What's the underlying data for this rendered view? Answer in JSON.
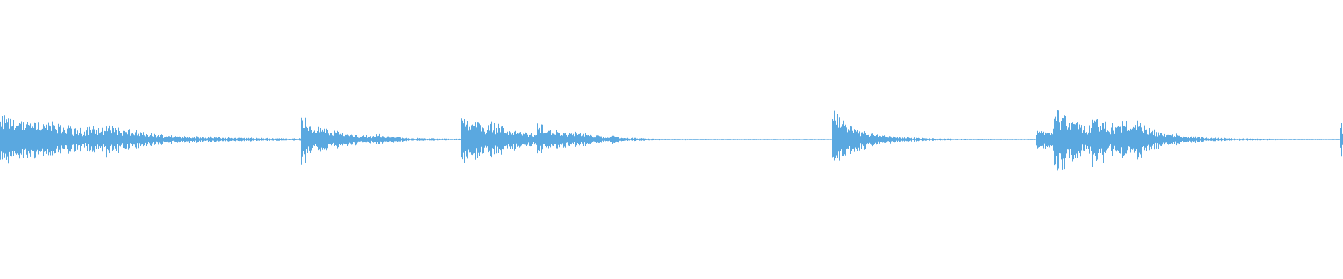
{
  "waveform": {
    "color": "#5aa8e0",
    "events": [
      {
        "t": 0.0,
        "amp": 0.9,
        "decay": 0.06
      },
      {
        "t": 0.022,
        "amp": 0.2,
        "decay": 0.03
      },
      {
        "t": 0.064,
        "amp": 0.18,
        "decay": 0.02
      },
      {
        "t": 0.078,
        "amp": 0.24,
        "decay": 0.02
      },
      {
        "t": 0.224,
        "amp": 0.82,
        "decay": 0.025
      },
      {
        "t": 0.28,
        "amp": 0.1,
        "decay": 0.01
      },
      {
        "t": 0.343,
        "amp": 1.0,
        "decay": 0.03
      },
      {
        "t": 0.365,
        "amp": 0.24,
        "decay": 0.02
      },
      {
        "t": 0.399,
        "amp": 0.45,
        "decay": 0.02
      },
      {
        "t": 0.428,
        "amp": 0.2,
        "decay": 0.01
      },
      {
        "t": 0.455,
        "amp": 0.1,
        "decay": 0.006
      },
      {
        "t": 0.619,
        "amp": 1.1,
        "decay": 0.02
      },
      {
        "t": 0.771,
        "amp": 0.5,
        "decay": 0.02
      },
      {
        "t": 0.784,
        "amp": 1.05,
        "decay": 0.03
      },
      {
        "t": 0.812,
        "amp": 0.58,
        "decay": 0.02
      },
      {
        "t": 0.83,
        "amp": 0.48,
        "decay": 0.02
      },
      {
        "t": 0.845,
        "amp": 0.24,
        "decay": 0.02
      },
      {
        "t": 0.997,
        "amp": 1.05,
        "decay": 0.004
      }
    ],
    "noise_floor": 0.018
  }
}
